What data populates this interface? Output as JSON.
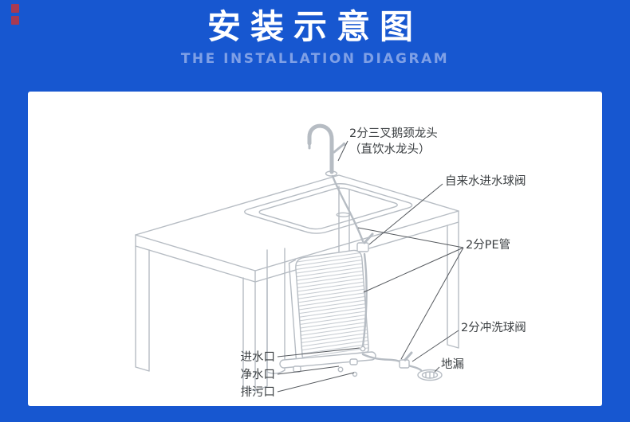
{
  "header": {
    "title": "安装示意图",
    "subtitle": "THE INSTALLATION DIAGRAM"
  },
  "diagram": {
    "labels": {
      "faucet_1": "2分三叉鹅颈龙头",
      "faucet_2": "（直饮水龙头）",
      "inlet_valve": "自来水进水球阀",
      "pe_pipe": "2分PE管",
      "flush_valve": "2分冲洗球阀",
      "floor_drain": "地漏",
      "port_in": "进水口",
      "port_clean": "净水口",
      "port_drain": "排污口"
    }
  },
  "colors": {
    "background": "#1757d0",
    "subtitle": "#7fa0e6",
    "line": "#b6bcc3",
    "fins": "#c7ccd2",
    "leader": "#55595e",
    "text": "#3c4043",
    "watermark": "#cc3333"
  }
}
